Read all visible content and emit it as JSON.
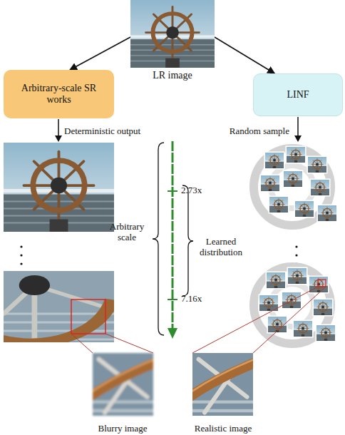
{
  "diagram": {
    "nodes": [
      {
        "text": [
          "LR image"
        ]
      },
      {
        "text": [
          "Arbitrary-scale SR works"
        ]
      },
      {
        "text": [
          "LINF"
        ]
      }
    ],
    "edges": [
      {
        "from": 0,
        "to": 1,
        "arrow": "to"
      },
      {
        "from": 0,
        "to": 2,
        "arrow": "to"
      }
    ],
    "labels": [
      "Deterministic output",
      "Random sample",
      "Arbitrary scale",
      "2.73x",
      "7.16x",
      "Learned distribution",
      "Blurry image",
      "Realistic image"
    ]
  }
}
